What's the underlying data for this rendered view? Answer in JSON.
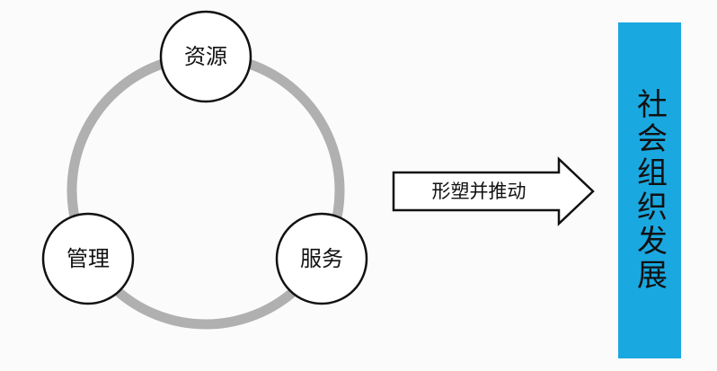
{
  "cycle": {
    "ring_color": "#b0b0b0",
    "nodes": [
      {
        "id": "resources",
        "label": "资源"
      },
      {
        "id": "service",
        "label": "服务"
      },
      {
        "id": "management",
        "label": "管理"
      }
    ]
  },
  "arrow": {
    "label": "形塑并推动"
  },
  "outcome": {
    "label": "社会组织发展",
    "color": "#1aa8e0"
  }
}
